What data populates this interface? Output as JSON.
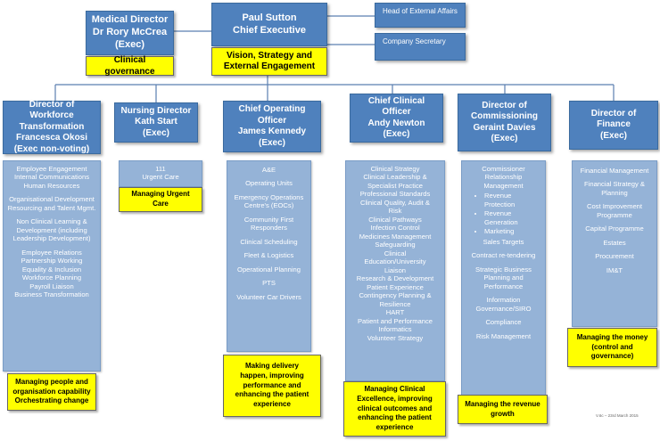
{
  "top": {
    "ceo": [
      "Paul Sutton",
      "Chief Executive"
    ],
    "ceo_remit": "Vision, Strategy and External Engagement",
    "medical": [
      "Medical Director",
      "Dr Rory McCrea",
      "(Exec)"
    ],
    "medical_remit": "Clinical governance",
    "external_affairs": "Head of External Affairs",
    "company_secretary": "Company Secretary"
  },
  "directors": [
    {
      "head": [
        "Director of Workforce",
        "Transformation",
        "Francesca Okosi",
        "(Exec non-voting)"
      ],
      "items": [
        "Employee Engagement",
        "Internal Communications",
        "Human Resources",
        "",
        "Organisational Development",
        "Resourcing and Talent Mgmt.",
        "",
        "Non Clinical Learning & Development (including Leadership Development)",
        "",
        "Employee Relations",
        "Partnership Working",
        "Equality & Inclusion",
        "Workforce Planning",
        "Payroll Liaison",
        "Business Transformation"
      ],
      "remit": [
        "Managing people and",
        "organisation capability",
        "Orchestrating change"
      ]
    },
    {
      "head": [
        "Nursing Director",
        "Kath Start",
        "(Exec)"
      ],
      "items": [
        "111",
        "Urgent Care"
      ],
      "remit": [
        "Managing Urgent",
        "Care"
      ]
    },
    {
      "head": [
        "Chief Operating Officer",
        "James Kennedy",
        "(Exec)"
      ],
      "items": [
        "A&E",
        "",
        "Operating Units",
        "",
        "Emergency Operations Centre's (EOCs)",
        "",
        "Community First Responders",
        "",
        "Clinical Scheduling",
        "",
        "Fleet & Logistics",
        "",
        "Operational Planning",
        "",
        "PTS",
        "",
        "Volunteer Car Drivers"
      ],
      "remit": [
        "Making delivery",
        "happen, improving",
        "performance and",
        "enhancing the patient",
        "experience"
      ]
    },
    {
      "head": [
        "Chief Clinical Officer",
        "Andy Newton",
        "(Exec)"
      ],
      "items": [
        "Clinical  Strategy",
        "Clinical  Leadership &",
        "Specialist Practice",
        "Professional Standards",
        "Clinical  Quality, Audit &",
        "Risk",
        "Clinical  Pathways",
        "Infection Control",
        "Medicines Management",
        "Safeguarding",
        "Clinical",
        "Education/University",
        "Liaison",
        "Research & Development",
        "Patient Experience",
        "Contingency Planning &",
        "Resilience",
        "HART",
        "Patient and Performance",
        "Informatics",
        "Volunteer Strategy"
      ],
      "remit": [
        "Managing Clinical",
        "Excellence, improving",
        "clinical  outcomes and",
        "enhancing the patient",
        "experience"
      ]
    },
    {
      "head": [
        "Director of",
        "Commissioning",
        "Geraint Davies",
        "(Exec)"
      ],
      "items_before": [
        "Commissioner",
        "Relationship",
        "Management"
      ],
      "bullets": [
        "Revenue Protection",
        "Revenue Generation",
        "Marketing"
      ],
      "items": [
        "Sales Targets",
        "",
        "Contract re-tendering",
        "",
        "Strategic Business Planning  and Performance",
        "",
        "Information Governance/SIRO",
        "",
        "Compliance",
        "",
        "Risk Management"
      ],
      "remit": [
        "Managing the revenue",
        "growth"
      ]
    },
    {
      "head": [
        "Director of Finance",
        "",
        "(Exec)"
      ],
      "items": [
        "Financial Management",
        "",
        "Financial Strategy & Planning",
        "",
        "Cost Improvement Programme",
        "",
        "Capital Programme",
        "",
        "Estates",
        "",
        "Procurement",
        "",
        "IM&T"
      ],
      "remit": [
        "Managing the money",
        "(control and",
        "governance)"
      ]
    }
  ],
  "footer": "V.6c – 23rd March 2015",
  "colors": {
    "header_blue": "#4f81bd",
    "list_blue": "#95b3d7",
    "remit_yellow": "#ffff00"
  }
}
